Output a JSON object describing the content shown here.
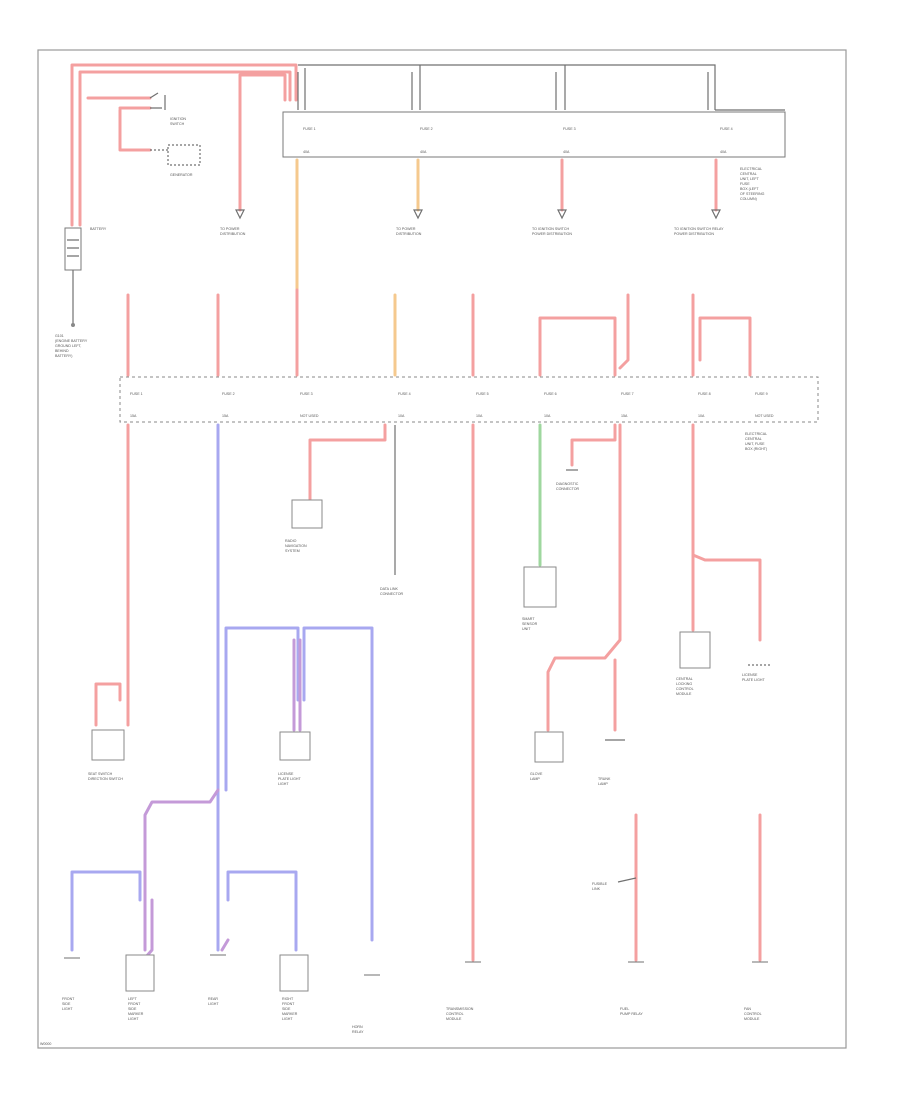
{
  "components": {
    "battery": "BATTERY",
    "ignition_switch": [
      "IGNITION",
      "SWITCH"
    ],
    "generator": "GENERATOR",
    "battery_ground": [
      "G101",
      "(ENGINE BATTERY",
      "GROUND LEFT,",
      "BEHIND",
      "BATTERY)"
    ],
    "upper_box": [
      "ELECTRICAL",
      "CENTRAL",
      "UNIT, LEFT",
      "FUSE",
      "BOX (LEFT",
      "OF STEERING",
      "COLUMN)"
    ],
    "lower_box": [
      "ELECTRICAL",
      "CENTRAL",
      "UNIT, FUSE",
      "BOX (RIGHT)"
    ],
    "fuse_diode": [
      "FUSIBLE",
      "LINK"
    ]
  },
  "upper_fuses": [
    {
      "name": "FUSE 1",
      "rating": "40A"
    },
    {
      "name": "FUSE 2",
      "rating": "40A"
    },
    {
      "name": "FUSE 3",
      "rating": "40A"
    },
    {
      "name": "FUSE 4",
      "rating": "40A"
    }
  ],
  "upper_refs": [
    [
      "TO POWER",
      "DISTRIBUTION"
    ],
    [
      "TO POWER",
      "DISTRIBUTION"
    ],
    [
      "TO IGNITION SWITCH",
      "POWER DISTRIBUTION"
    ],
    [
      "TO IGNITION SWITCH RELAY",
      "POWER DISTRIBUTION"
    ]
  ],
  "lower_fuses": [
    {
      "name": "FUSE 1",
      "rating": "15A"
    },
    {
      "name": "FUSE 2",
      "rating": "15A"
    },
    {
      "name": "FUSE 3",
      "rating": "NOT USED"
    },
    {
      "name": "FUSE 4",
      "rating": "10A"
    },
    {
      "name": "FUSE 5",
      "rating": "10A"
    },
    {
      "name": "FUSE 6",
      "rating": "10A"
    },
    {
      "name": "FUSE 7",
      "rating": "15A"
    },
    {
      "name": "FUSE 8",
      "rating": "10A"
    },
    {
      "name": "FUSE 9",
      "rating": "NOT USED"
    }
  ],
  "mid_labels": {
    "radio_module": [
      "RADIO",
      "NAVIGATION",
      "SYSTEM"
    ],
    "data_link": [
      "DATA LINK",
      "CONNECTOR"
    ],
    "sensor_box": [
      "SMART",
      "SENSOR",
      "UNIT"
    ],
    "diag_conn": [
      "DIAGNOSTIC",
      "CONNECTOR"
    ],
    "central_module": [
      "CENTRAL",
      "LOCKING",
      "CONTROL",
      "MODULE"
    ],
    "license_light_r": [
      "LICENSE",
      "PLATE LIGHT"
    ],
    "seat_switch": [
      "SEAT SWITCH",
      "DIRECTION SWITCH"
    ],
    "license_light": [
      "LICENSE",
      "PLATE LIGHT",
      "LIGHT"
    ],
    "glove_lamp": [
      "GLOVE",
      "LAMP"
    ],
    "trunk_lamp": [
      "TRUNK",
      "LAMP"
    ]
  },
  "bottom_labels": {
    "left_light": [
      "FRONT",
      "SIDE",
      "LIGHT"
    ],
    "left_module": [
      "LEFT",
      "FRONT",
      "SIDE",
      "MARKER",
      "LIGHT"
    ],
    "rear_light": [
      "REAR",
      "LIGHT"
    ],
    "right_module": [
      "RIGHT",
      "FRONT",
      "SIDE",
      "MARKER",
      "LIGHT"
    ],
    "horn": [
      "HORN",
      "RELAY"
    ],
    "trans_module": [
      "TRANSMISSION",
      "CONTROL",
      "MODULE"
    ],
    "fuel_pump": [
      "FUEL",
      "PUMP RELAY"
    ],
    "cooling_fan": [
      "FAN",
      "CONTROL",
      "MODULE"
    ],
    "fuse_link": [
      "FUSIBLE",
      "LINK"
    ]
  },
  "footer": "W0000"
}
